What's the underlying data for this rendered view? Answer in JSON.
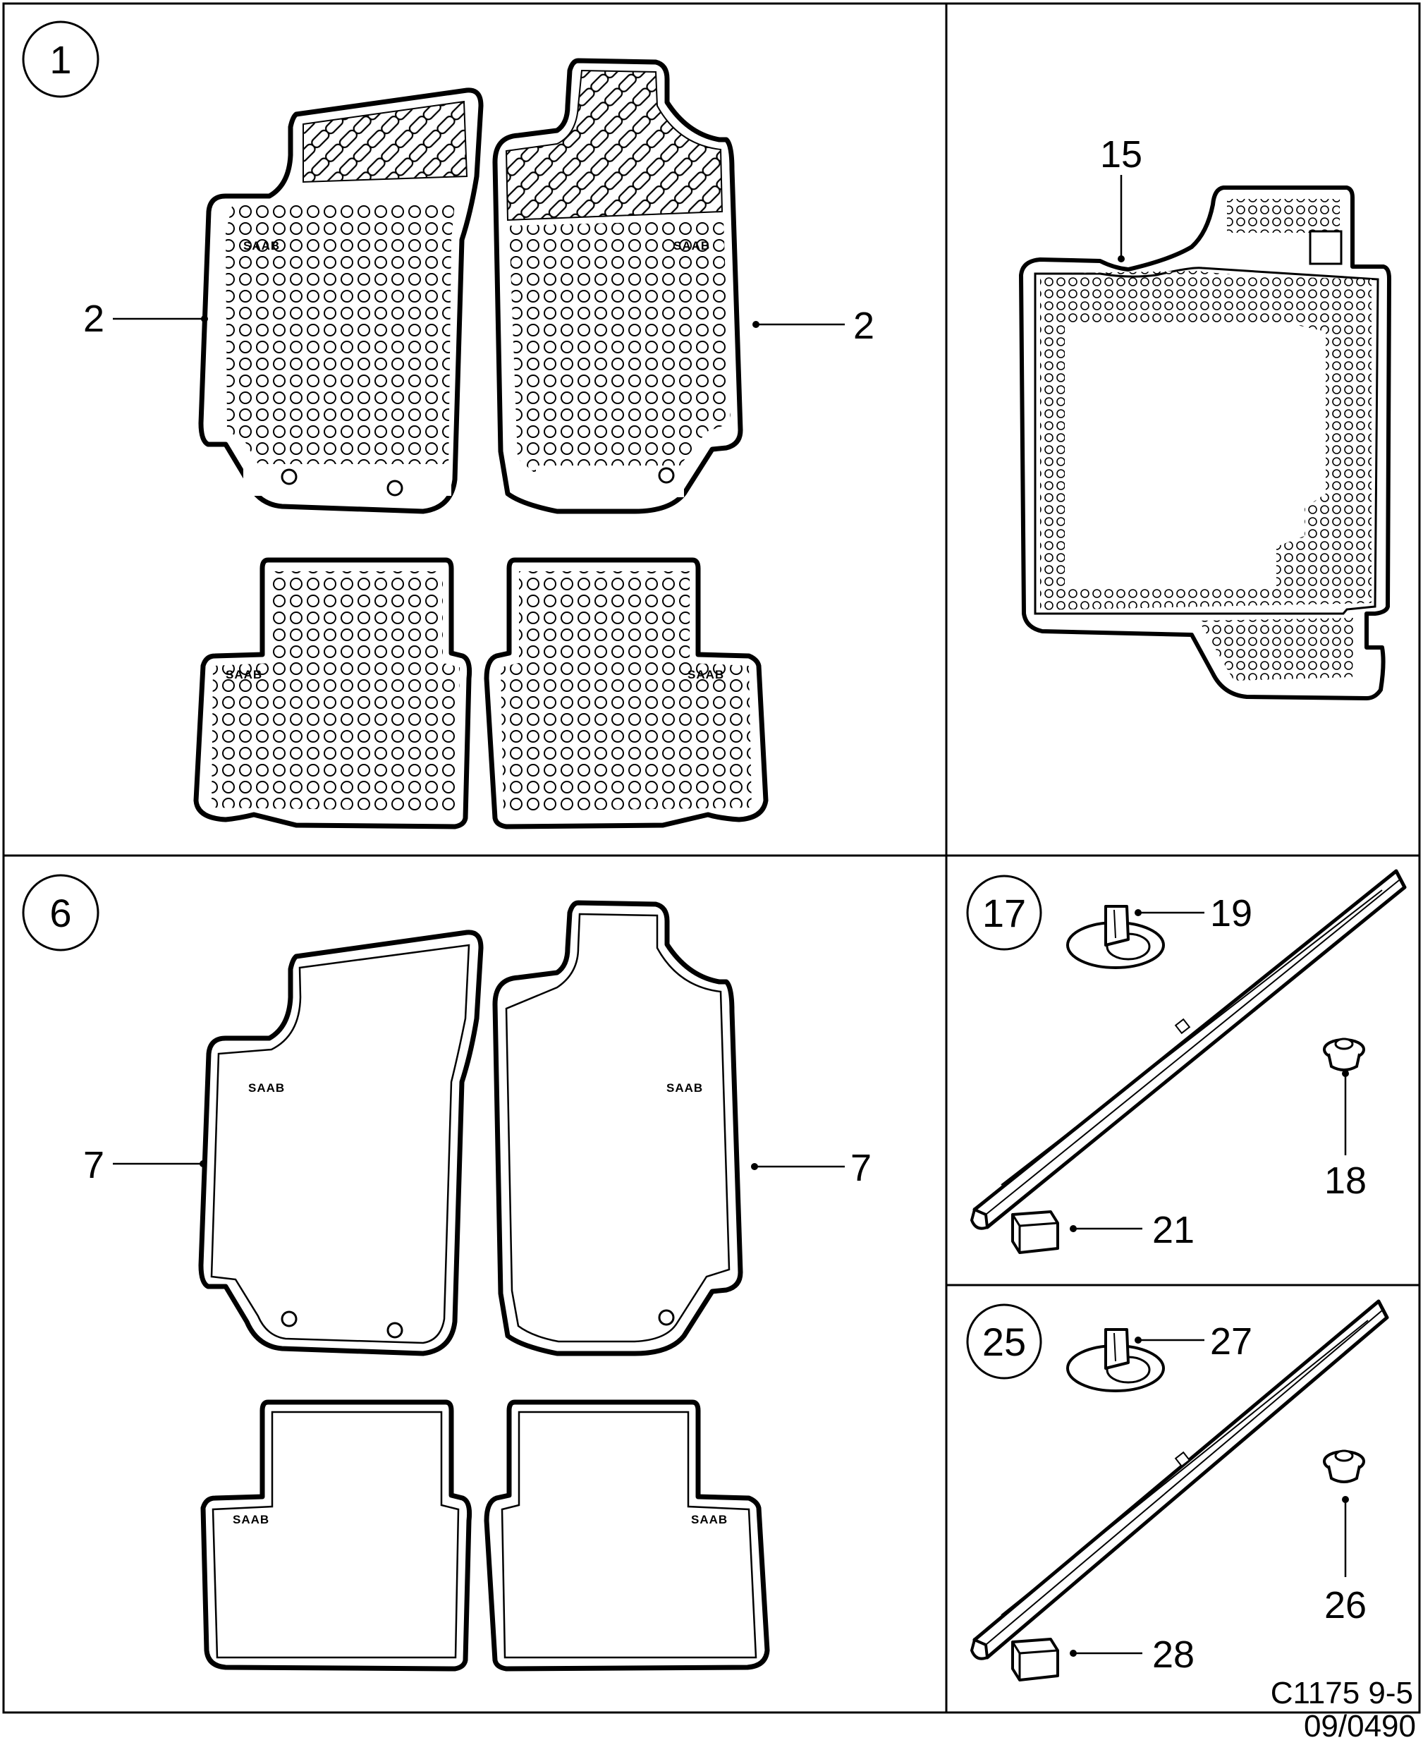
{
  "panels": {
    "rubber_mats": {
      "number": "1",
      "front_mat_label": "2",
      "brand": "SAAB"
    },
    "trunk_mat": {
      "label": "15"
    },
    "textile_mats": {
      "number": "6",
      "front_mat_label": "7",
      "brand": "SAAB"
    },
    "sill_kit_a": {
      "number": "17",
      "clip_label": "19",
      "grommet_label": "18",
      "block_label": "21"
    },
    "sill_kit_b": {
      "number": "25",
      "clip_label": "27",
      "grommet_label": "26",
      "block_label": "28"
    }
  },
  "footer": {
    "code": "C1175 9-5",
    "date": "09/0490"
  }
}
